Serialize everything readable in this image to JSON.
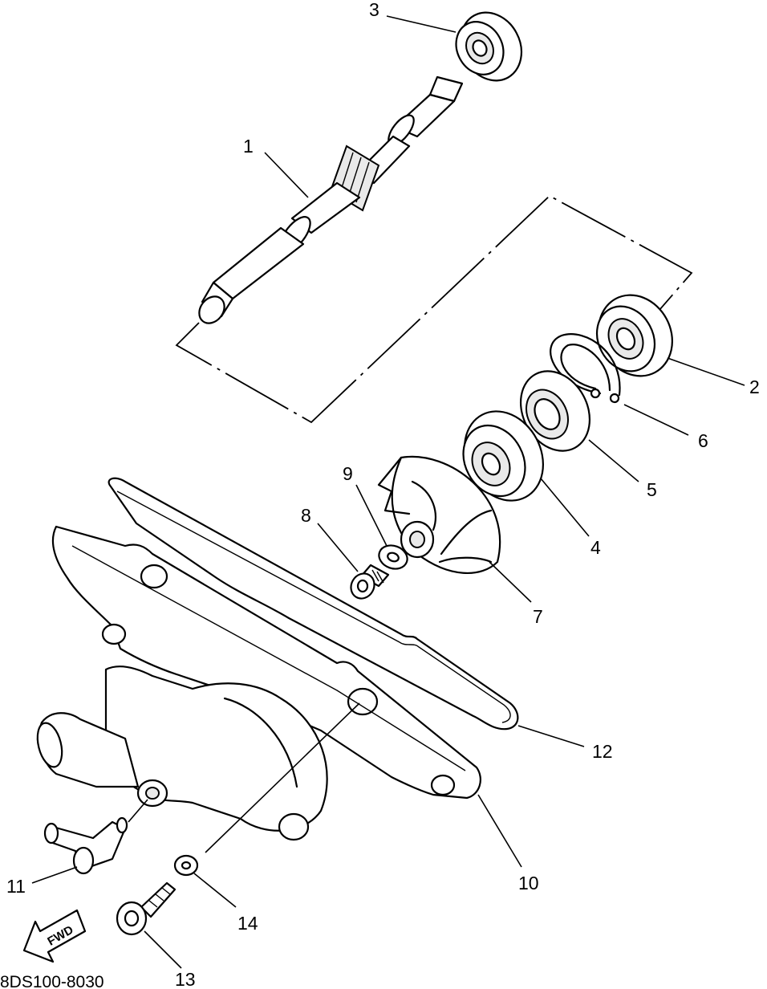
{
  "diagram": {
    "drawing_code": "8DS100-8030",
    "direction_label": "FWD",
    "callouts": [
      "1",
      "2",
      "3",
      "4",
      "5",
      "6",
      "7",
      "8",
      "9",
      "10",
      "11",
      "12",
      "13",
      "14"
    ]
  }
}
